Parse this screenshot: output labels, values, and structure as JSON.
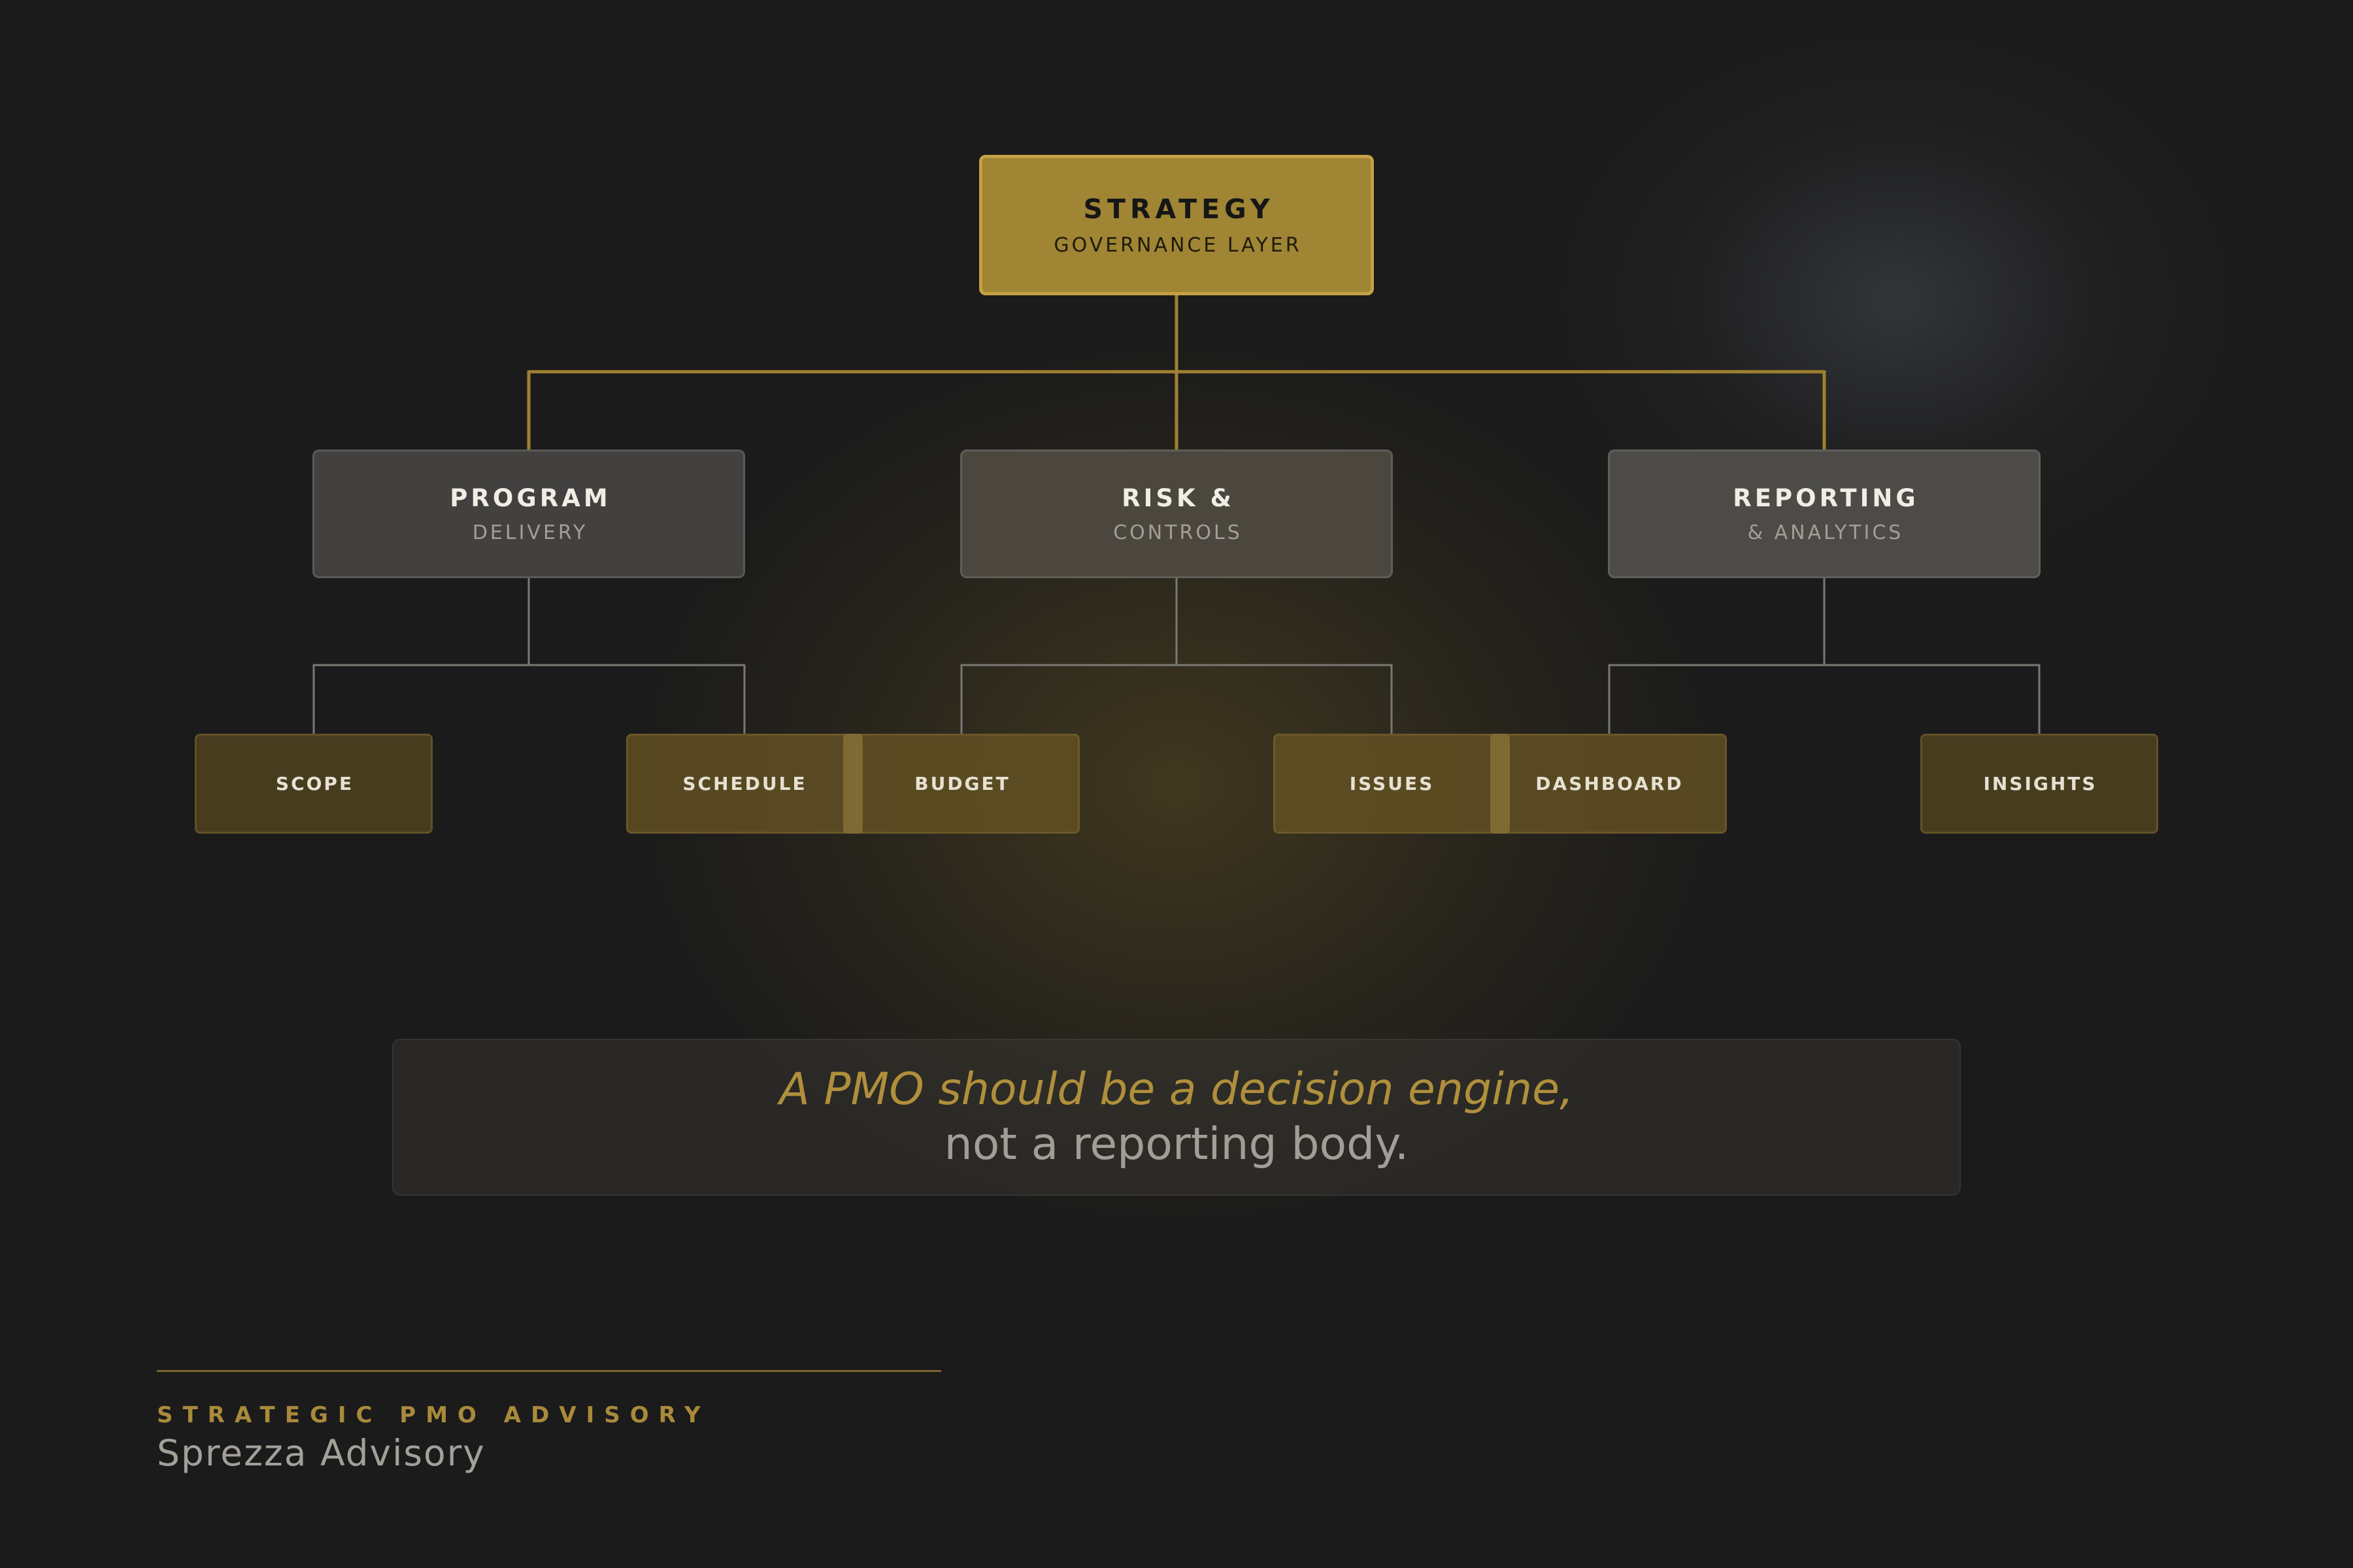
{
  "diagram": {
    "root": {
      "title": "STRATEGY",
      "subtitle": "GOVERNANCE LAYER"
    },
    "branches": [
      {
        "title": "PROGRAM",
        "subtitle": "DELIVERY",
        "children": [
          "SCOPE",
          "SCHEDULE"
        ]
      },
      {
        "title": "RISK &",
        "subtitle": "CONTROLS",
        "children": [
          "BUDGET",
          "ISSUES"
        ]
      },
      {
        "title": "REPORTING",
        "subtitle": "& ANALYTICS",
        "children": [
          "DASHBOARD",
          "INSIGHTS"
        ]
      }
    ]
  },
  "quote": {
    "line1": "A PMO should be a decision engine,",
    "line2": "not a reporting body."
  },
  "footer": {
    "tagline": "STRATEGIC PMO ADVISORY",
    "brand": "Sprezza Advisory"
  },
  "colors": {
    "background": "#1b1b1b",
    "accent_gold": "#a88a3a",
    "root_fill": "#9f8534",
    "connector_gold": "#a08030",
    "connector_gray": "#7a7872"
  }
}
